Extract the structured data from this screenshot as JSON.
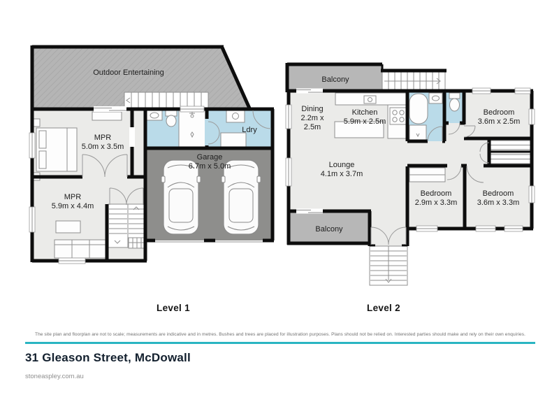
{
  "plans": {
    "level1": {
      "label": "Level 1",
      "rooms": {
        "outdoor": {
          "name": "Outdoor Entertaining"
        },
        "mpr_upper": {
          "name": "MPR",
          "dims": "5.0m x 3.5m"
        },
        "mpr_lower": {
          "name": "MPR",
          "dims": "5.9m x 4.4m"
        },
        "garage": {
          "name": "Garage",
          "dims": "6.7m x 5.0m"
        },
        "laundry": {
          "name": "Ldry"
        }
      }
    },
    "level2": {
      "label": "Level 2",
      "rooms": {
        "balcony_top": {
          "name": "Balcony"
        },
        "dining": {
          "name": "Dining",
          "dims_line1": "2.2m x",
          "dims_line2": "2.5m"
        },
        "kitchen": {
          "name": "Kitchen",
          "dims": "5.9m x 2.5m"
        },
        "bedroom_top_right": {
          "name": "Bedroom",
          "dims": "3.6m x 2.5m"
        },
        "lounge": {
          "name": "Lounge",
          "dims": "4.1m x 3.7m"
        },
        "bedroom_bottom_middle": {
          "name": "Bedroom",
          "dims": "2.9m x 3.3m"
        },
        "bedroom_bottom_right": {
          "name": "Bedroom",
          "dims": "3.6m x 3.3m"
        },
        "balcony_bottom": {
          "name": "Balcony"
        }
      }
    }
  },
  "footer": {
    "disclaimer": "The site plan and floorplan are not to scale; measurements are indicative and in metres. Bushes and trees are placed for illustration purposes. Plans should not be relied on. Interested parties should make and rely on their own enquiries.",
    "address": "31 Gleason Street, McDowall",
    "website": "stoneaspley.com.au"
  },
  "colors": {
    "accent_teal": "#2ab5c2",
    "wall_black": "#0d0d0d",
    "room_fill": "#ebebe9",
    "wet_area_blue": "#badbe9",
    "garage_gray": "#8e8e8c",
    "balcony_gray": "#b7b7b7",
    "outdoor_gray": "#b5b5b5",
    "title_navy": "#13202e"
  }
}
